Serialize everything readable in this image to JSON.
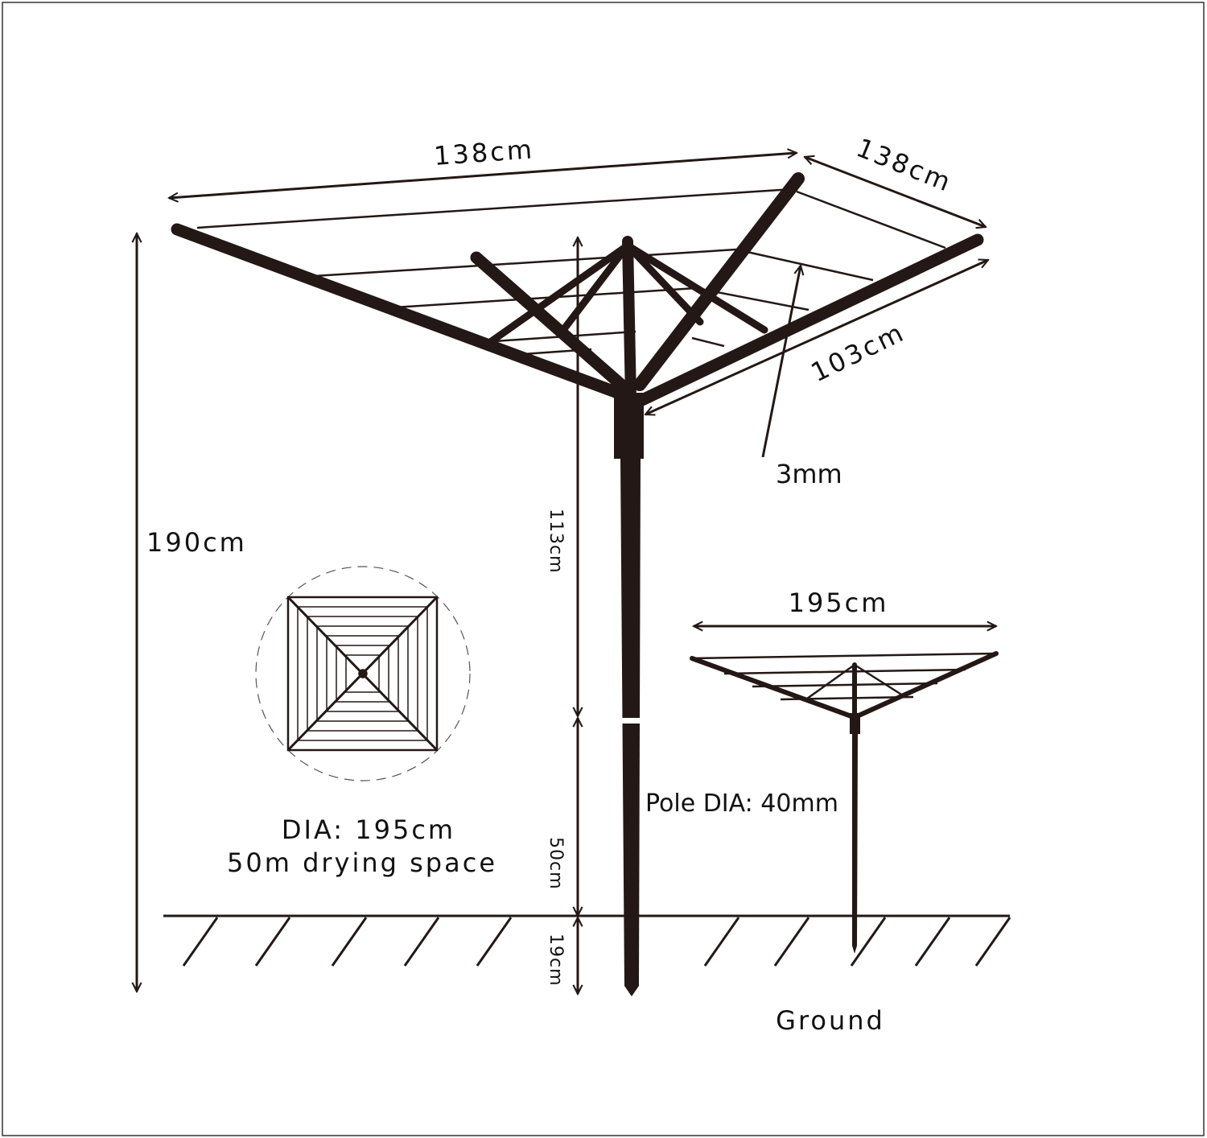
{
  "labels": {
    "width_top": "138cm",
    "width_side": "138cm",
    "arm_length": "103cm",
    "line_thickness": "3mm",
    "total_height": "190cm",
    "upper_height": "113cm",
    "lower_height": "50cm",
    "ground_depth": "19cm",
    "dia_line1": "DIA: 195cm",
    "dia_line2": "50m drying space",
    "pole_dia": "Pole DIA: 40mm",
    "folded_width": "195cm",
    "ground": "Ground"
  },
  "colors": {
    "ink": "#231815",
    "background": "#ffffff"
  }
}
